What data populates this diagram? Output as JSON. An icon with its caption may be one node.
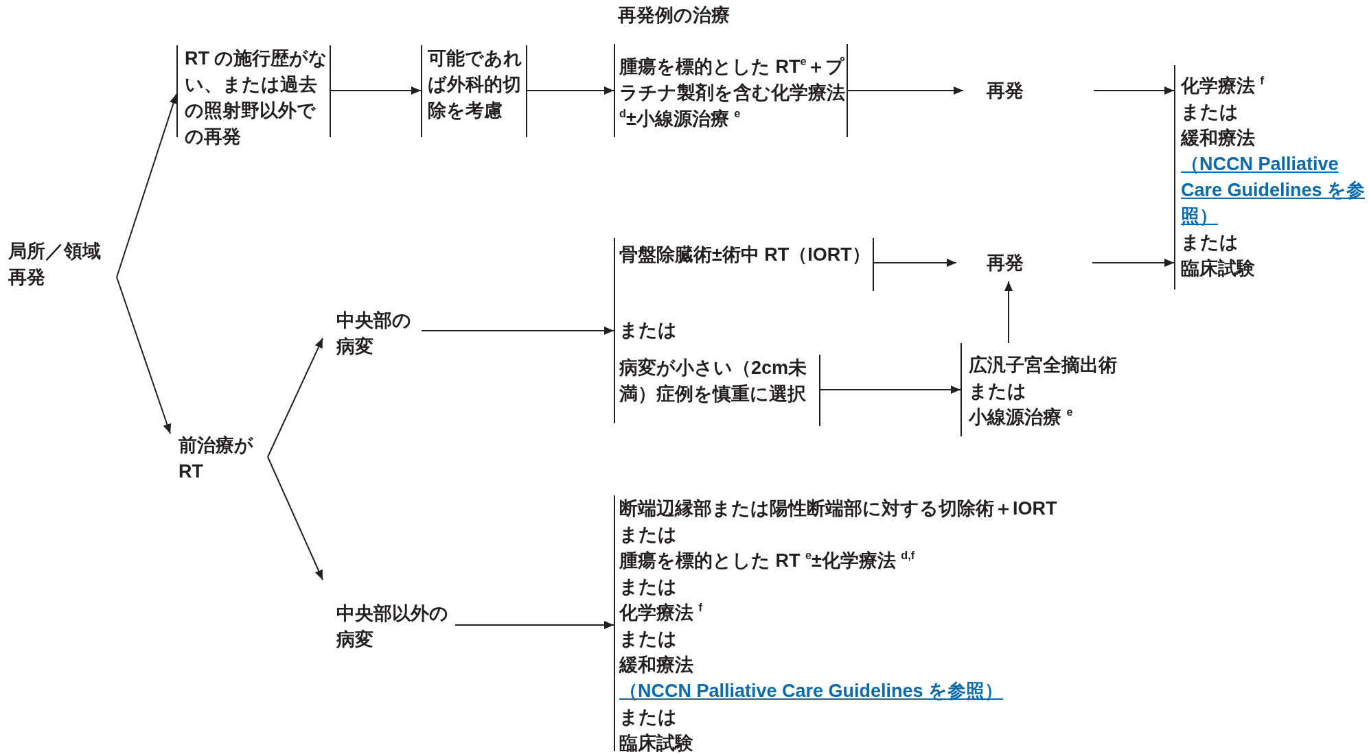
{
  "diagram": {
    "title": "再発例の治療",
    "nodes": [
      {
        "text": [
          "局所／領域再発"
        ]
      },
      {
        "text": [
          "RT の施行歴がない、または過去の照射野以外での再発"
        ]
      },
      {
        "text": [
          "可能であれば外科的切除を考慮"
        ]
      },
      {
        "text": [
          "腫瘍を標的とした RT$^{e}$＋プラチナ製剤を含む化学療法 $^{d}$±小線源治療 $^{e}$"
        ]
      },
      {
        "text": [
          "再発"
        ]
      },
      {
        "text": [
          "化学療法 $^{f}$",
          "または",
          "緩和療法",
          "（NCCN Palliative Care Guidelines を参照）",
          "または",
          "臨床試験"
        ]
      },
      {
        "text": [
          "前治療がRT"
        ]
      },
      {
        "text": [
          "中央部の病変"
        ]
      },
      {
        "text": [
          "または"
        ]
      },
      {
        "text": [
          "骨盤除臓術±術中 RT（IORT）"
        ],
        "in": 8
      },
      {
        "text": [
          "病変が小さい（2cm未満）症例を慎重に選択"
        ],
        "in": 8
      },
      {
        "text": [
          "再発"
        ]
      },
      {
        "text": [
          "広汎子宮全摘出術",
          "または",
          "小線源治療 $^{e}$"
        ]
      },
      {
        "text": [
          "中央部以外の病変"
        ]
      },
      {
        "text": [
          "断端辺縁部または陽性断端部に対する切除術＋IORT",
          "または",
          "腫瘍を標的とした RT $^{e}$±化学療法 $^{d,f}$",
          "または",
          "化学療法 $^{f}$",
          "または",
          "緩和療法",
          "（NCCN Palliative Care Guidelines を参照）",
          "または",
          "臨床試験"
        ]
      }
    ],
    "edges": [
      {
        "from": 0,
        "to": 1,
        "arrow": "to"
      },
      {
        "from": 0,
        "to": 6,
        "arrow": "to"
      },
      {
        "from": 1,
        "to": 2,
        "arrow": "to"
      },
      {
        "from": 2,
        "to": 3,
        "arrow": "to"
      },
      {
        "from": 3,
        "to": 4,
        "arrow": "to"
      },
      {
        "from": 4,
        "to": 5,
        "arrow": "to"
      },
      {
        "from": 6,
        "to": 7,
        "arrow": "to"
      },
      {
        "from": 6,
        "to": 13,
        "arrow": "to"
      },
      {
        "from": 7,
        "to": 8,
        "arrow": "to"
      },
      {
        "from": 9,
        "to": 11,
        "arrow": "to"
      },
      {
        "from": 11,
        "to": 5,
        "arrow": "to"
      },
      {
        "from": 10,
        "to": 12,
        "arrow": "to"
      },
      {
        "from": 12,
        "to": 11,
        "arrow": "to"
      },
      {
        "from": 13,
        "to": 14,
        "arrow": "to"
      }
    ]
  }
}
